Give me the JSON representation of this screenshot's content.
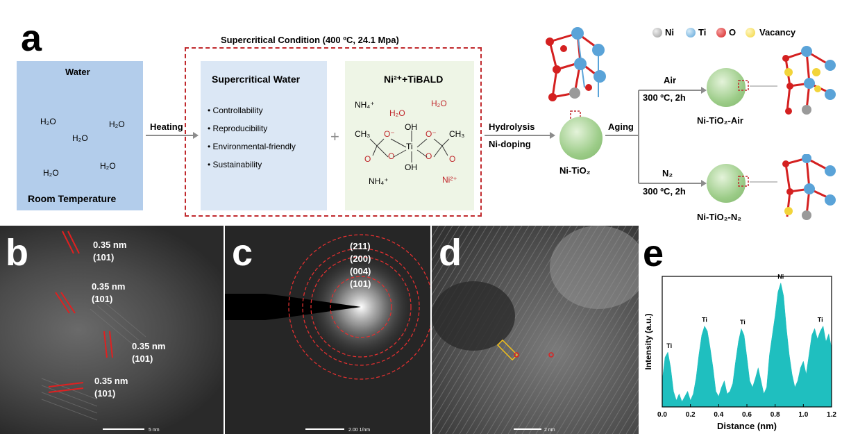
{
  "panel_a": {
    "label": "a",
    "supercritical_title": "Supercritical Condition (400 ºC, 24.1 Mpa)",
    "water_box": {
      "title": "Water",
      "molecules": [
        "H₂O",
        "H₂O",
        "H₂O",
        "H₂O",
        "H₂O"
      ],
      "footer": "Room Temperature"
    },
    "heating_label": "Heating",
    "scw_box": {
      "title": "Supercritical Water",
      "bullets": [
        "Controllability",
        "Reproducibility",
        "Environmental-friendly",
        "Sustainability"
      ]
    },
    "plus": "+",
    "ni_box": {
      "title": "Ni²⁺+TiBALD",
      "nh4_top": "NH₄⁺",
      "nh4_bottom": "NH₄⁺",
      "h2o_1": "H₂O",
      "h2o_2": "H₂O",
      "ni2": "Ni²⁺",
      "structure": {
        "ch3_left": "CH₃",
        "ch3_right": "CH₃",
        "o_minus_l": "O⁻",
        "o_minus_r": "O⁻",
        "oh_top": "OH",
        "oh_bottom": "OH",
        "ti": "Ti",
        "o_l": "O",
        "o_r": "O",
        "o_bl": "O",
        "o_br": "O"
      }
    },
    "hydrolysis_label": "Hydrolysis",
    "nidoping_label": "Ni-doping",
    "product_label": "Ni-TiO₂",
    "aging_label": "Aging",
    "air_label": "Air",
    "air_cond": "300 ºC, 2h",
    "air_product": "Ni-TiO₂-Air",
    "n2_label": "N₂",
    "n2_cond": "300 ºC, 2h",
    "n2_product": "Ni-TiO₂-N₂",
    "legend": [
      {
        "name": "Ni",
        "color": "#9a9a9a"
      },
      {
        "name": "Ti",
        "color": "#5aa3d8"
      },
      {
        "name": "O",
        "color": "#d42020"
      },
      {
        "name": "Vacancy",
        "color": "#f2d43a"
      }
    ],
    "colors": {
      "red": "#c0282c",
      "sphere": "#9ccc88"
    }
  },
  "panel_b": {
    "label": "b",
    "annotations": [
      {
        "d": "0.35 nm",
        "p": "(101)"
      },
      {
        "d": "0.35 nm",
        "p": "(101)"
      },
      {
        "d": "0.35 nm",
        "p": "(101)"
      },
      {
        "d": "0.35 nm",
        "p": "(101)"
      }
    ],
    "scale": "5 nm"
  },
  "panel_c": {
    "label": "c",
    "rings": [
      "(211)",
      "(200)",
      "(004)",
      "(101)"
    ],
    "scale": "2.00 1/nm"
  },
  "panel_d": {
    "label": "d",
    "scale": "2 nm"
  },
  "chart_data": {
    "label": "e",
    "type": "area",
    "xlabel": "Distance (nm)",
    "ylabel": "Intensity (a.u.)",
    "xlim": [
      0,
      1.2
    ],
    "ylim": [
      0,
      1
    ],
    "xticks": [
      "0.0",
      "0.2",
      "0.4",
      "0.6",
      "0.8",
      "1.0",
      "1.2"
    ],
    "color": "#1fbfbf",
    "x": [
      0,
      0.02,
      0.04,
      0.06,
      0.08,
      0.1,
      0.12,
      0.14,
      0.16,
      0.18,
      0.2,
      0.22,
      0.24,
      0.26,
      0.28,
      0.3,
      0.32,
      0.34,
      0.36,
      0.38,
      0.4,
      0.42,
      0.44,
      0.46,
      0.48,
      0.5,
      0.52,
      0.54,
      0.56,
      0.58,
      0.6,
      0.62,
      0.64,
      0.66,
      0.68,
      0.7,
      0.72,
      0.74,
      0.76,
      0.78,
      0.8,
      0.82,
      0.84,
      0.86,
      0.88,
      0.9,
      0.92,
      0.94,
      0.96,
      0.98,
      1.0,
      1.02,
      1.04,
      1.06,
      1.08,
      1.1,
      1.12,
      1.14,
      1.16,
      1.18,
      1.2
    ],
    "y": [
      0.2,
      0.38,
      0.42,
      0.3,
      0.12,
      0.05,
      0.1,
      0.04,
      0.08,
      0.12,
      0.05,
      0.1,
      0.22,
      0.4,
      0.55,
      0.62,
      0.58,
      0.45,
      0.3,
      0.12,
      0.08,
      0.15,
      0.2,
      0.1,
      0.12,
      0.18,
      0.35,
      0.5,
      0.6,
      0.55,
      0.38,
      0.2,
      0.15,
      0.22,
      0.3,
      0.2,
      0.1,
      0.15,
      0.4,
      0.55,
      0.7,
      0.88,
      0.95,
      0.85,
      0.6,
      0.4,
      0.25,
      0.15,
      0.2,
      0.3,
      0.35,
      0.25,
      0.4,
      0.55,
      0.6,
      0.52,
      0.58,
      0.62,
      0.5,
      0.56,
      0.45
    ],
    "peak_labels": [
      {
        "x": 0.05,
        "y": 0.42,
        "text": "Ti"
      },
      {
        "x": 0.3,
        "y": 0.62,
        "text": "Ti"
      },
      {
        "x": 0.57,
        "y": 0.6,
        "text": "Ti"
      },
      {
        "x": 0.84,
        "y": 0.95,
        "text": "Ni"
      },
      {
        "x": 1.12,
        "y": 0.62,
        "text": "Ti"
      }
    ]
  }
}
